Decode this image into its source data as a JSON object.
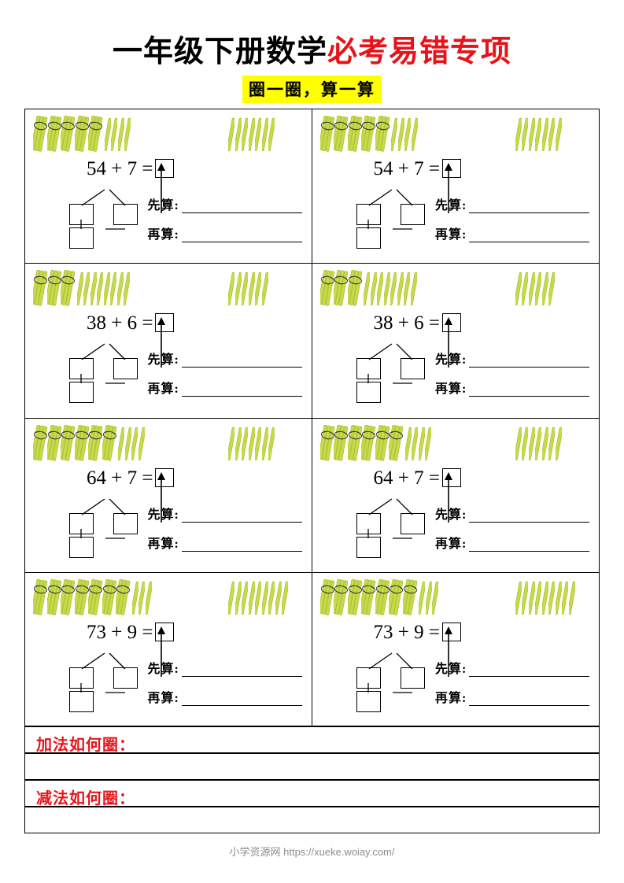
{
  "title": {
    "black_part": "一年级下册数学",
    "red_part": "必考易错专项"
  },
  "subtitle": "圈一圈，算一算",
  "labels": {
    "first": "先算:",
    "then": "再算:"
  },
  "exercises": [
    {
      "equation": "54 + 7 =",
      "bundles": 5,
      "singles_attached": 4,
      "singles_right": 7
    },
    {
      "equation": "54 + 7 =",
      "bundles": 5,
      "singles_attached": 4,
      "singles_right": 7
    },
    {
      "equation": "38 + 6 =",
      "bundles": 3,
      "singles_attached": 8,
      "singles_right": 6
    },
    {
      "equation": "38 + 6 =",
      "bundles": 3,
      "singles_attached": 8,
      "singles_right": 6
    },
    {
      "equation": "64 + 7 =",
      "bundles": 6,
      "singles_attached": 4,
      "singles_right": 7
    },
    {
      "equation": "64 + 7 =",
      "bundles": 6,
      "singles_attached": 4,
      "singles_right": 7
    },
    {
      "equation": "73 + 9 =",
      "bundles": 7,
      "singles_attached": 3,
      "singles_right": 9
    },
    {
      "equation": "73 + 9 =",
      "bundles": 7,
      "singles_attached": 3,
      "singles_right": 9
    }
  ],
  "questions": [
    {
      "label": "加法如何圈："
    },
    {
      "label": "减法如何圈："
    }
  ],
  "watermark": "小学资源网 https://xueke.woiay.com/",
  "colors": {
    "red": "#e8131a",
    "highlight": "#ffff00",
    "stick": "#c6da4a",
    "stick_dark": "#a9bf33"
  }
}
